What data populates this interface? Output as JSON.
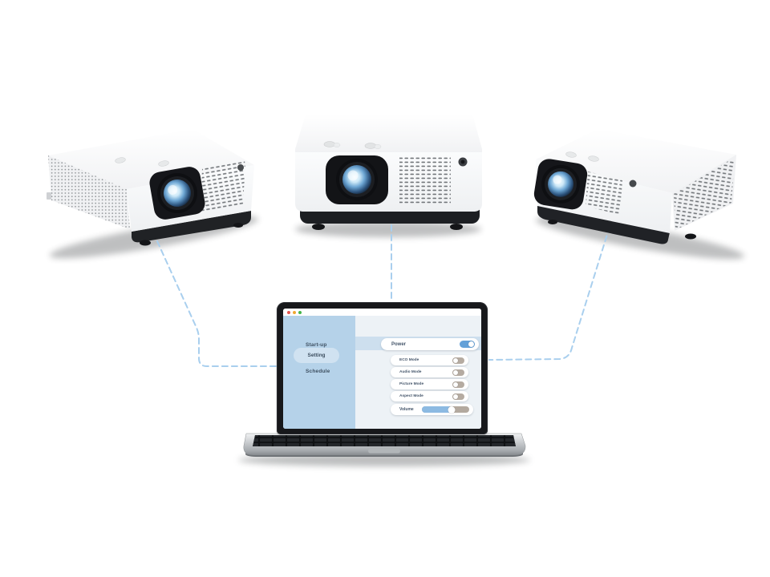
{
  "scene": {
    "background": "#ffffff",
    "connection_line_color": "#a9cfee",
    "projectors": [
      {
        "id": "projector-left",
        "view": "three-quarter-left"
      },
      {
        "id": "projector-center",
        "view": "front"
      },
      {
        "id": "projector-right",
        "view": "three-quarter-right"
      }
    ]
  },
  "laptop": {
    "window_controls": [
      {
        "name": "close",
        "color": "#e4554e"
      },
      {
        "name": "minimize",
        "color": "#f0a832"
      },
      {
        "name": "maximize",
        "color": "#44b54a"
      }
    ],
    "sidebar": {
      "bg": "#b5d2e9",
      "active_pill_bg": "#d0e2f1",
      "items": [
        {
          "label": "Start-up",
          "state": ""
        },
        {
          "label": "Setting",
          "state": "active"
        },
        {
          "label": "Schedule",
          "state": ""
        }
      ]
    },
    "content": {
      "bg": "#edf2f6",
      "highlight_band": "#cddfee",
      "power": {
        "label": "Power",
        "state": "on"
      },
      "modes": [
        {
          "label": "ECO Mode",
          "state": "off"
        },
        {
          "label": "Audio Mode",
          "state": "off"
        },
        {
          "label": "Picture Mode",
          "state": "off"
        },
        {
          "label": "Aspect Mode",
          "state": "off"
        }
      ],
      "volume": {
        "label": "Volume",
        "percent": 63
      }
    },
    "colors": {
      "toggle_on": "#64a1d8",
      "toggle_off_track": "#b5aba1",
      "slider_fill": "#8cbae2",
      "slider_track": "#b3a99f",
      "text": "#44556a"
    }
  }
}
